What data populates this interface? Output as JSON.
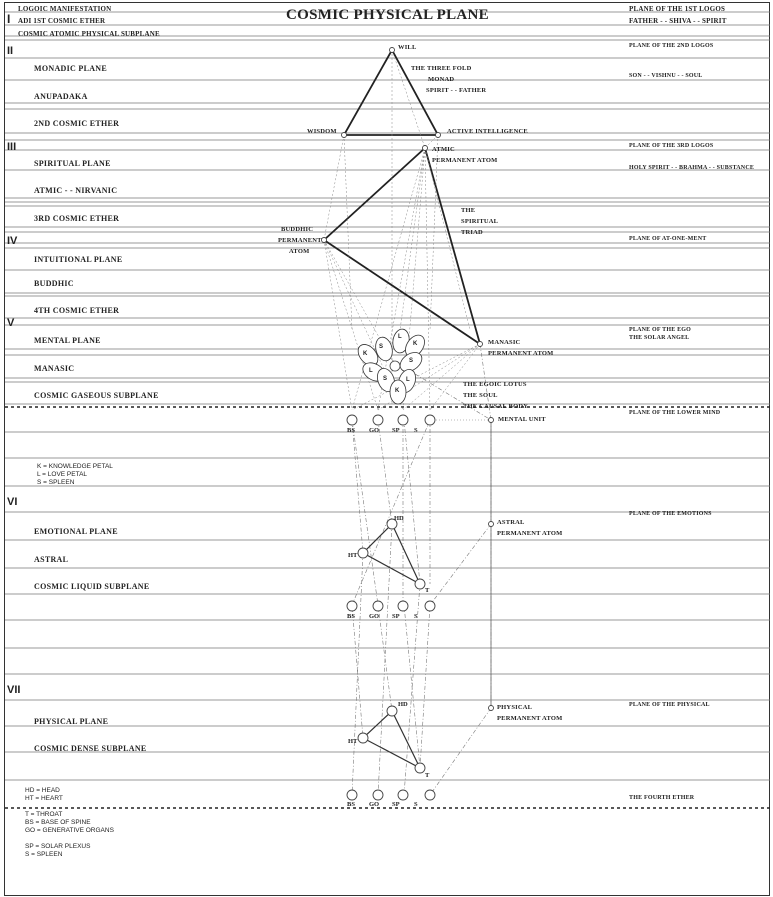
{
  "header": {
    "title": "COSMIC PHYSICAL PLANE",
    "left_top": "LOGOIC MANIFESTATION",
    "roman_i": "I",
    "adi": "ADI 1ST COSMIC ETHER",
    "cosmic_atomic": "COSMIC ATOMIC PHYSICAL SUBPLANE",
    "right_top_1": "PLANE OF THE 1ST LOGOS",
    "right_top_2": "FATHER - - SHIVA - - SPIRIT"
  },
  "left_labels": {
    "roman_ii": "II",
    "monadic": "MONADIC PLANE",
    "anupadaka": "ANUPADAKA",
    "cosmic_ether_2": "2ND COSMIC ETHER",
    "roman_iii": "III",
    "spiritual": "SPIRITUAL PLANE",
    "atmic_nirvanic": "ATMIC - - NIRVANIC",
    "cosmic_ether_3": "3RD COSMIC ETHER",
    "roman_iv": "IV",
    "intuitional": "INTUITIONAL PLANE",
    "buddhic": "BUDDHIC",
    "cosmic_ether_4": "4TH COSMIC ETHER",
    "roman_v": "V",
    "mental": "MENTAL PLANE",
    "manasic": "MANASIC",
    "gaseous": "COSMIC GASEOUS SUBPLANE",
    "roman_vi": "VI",
    "emotional": "EMOTIONAL PLANE",
    "astral": "ASTRAL",
    "liquid": "COSMIC LIQUID SUBPLANE",
    "roman_vii": "VII",
    "physical": "PHYSICAL PLANE",
    "dense": "COSMIC DENSE SUBPLANE"
  },
  "right_labels": {
    "logos_2": "PLANE OF THE 2ND LOGOS",
    "son": "SON - - VISHNU - - SOUL",
    "logos_3": "PLANE OF THE 3RD LOGOS",
    "holy": "HOLY SPIRIT - - BRAHMA - - SUBSTANCE",
    "at_one": "PLANE OF AT-ONE-MENT",
    "ego_1": "PLANE OF THE EGO",
    "ego_2": "THE SOLAR ANGEL",
    "lower_mind": "PLANE OF THE LOWER MIND",
    "emotions": "PLANE OF THE EMOTIONS",
    "physical": "PLANE OF THE PHYSICAL",
    "fourth_ether": "THE FOURTH ETHER"
  },
  "diagram_labels": {
    "will": "WILL",
    "threefold_1": "THE THREE FOLD",
    "threefold_2": "MONAD",
    "threefold_3": "SPIRIT - - FATHER",
    "wisdom": "WISDOM",
    "active_intelligence": "ACTIVE INTELLIGENCE",
    "atmic_1": "ATMIC",
    "atmic_2": "PERMANENT ATOM",
    "triad_1": "THE",
    "triad_2": "SPIRITUAL",
    "triad_3": "TRIAD",
    "buddhic_1": "BUDDHIC",
    "buddhic_2": "PERMANENT",
    "buddhic_3": "ATOM",
    "manasic_1": "MANASIC",
    "manasic_2": "PERMANENT ATOM",
    "lotus_1": "THE EGOIC LOTUS",
    "lotus_2": "THE SOUL",
    "lotus_3": "THE CAUSAL BODY",
    "mental_unit": "MENTAL UNIT",
    "astral_1": "ASTRAL",
    "astral_2": "PERMANENT ATOM",
    "physical_1": "PHYSICAL",
    "physical_2": "PERMANENT ATOM",
    "bs": "BS",
    "go": "GO",
    "sp": "SP",
    "s": "S",
    "hd": "HD",
    "ht": "HT",
    "t": "T"
  },
  "petals": {
    "k": "K",
    "l": "L",
    "s": "S"
  },
  "legend": {
    "k": "K = KNOWLEDGE PETAL",
    "l": "L = LOVE PETAL",
    "s": "S = SPLEEN",
    "hd": "HD = HEAD",
    "ht": "HT = HEART",
    "t": "T = THROAT",
    "bs": "BS = BASE OF SPINE",
    "go": "GO = GENERATIVE ORGANS",
    "sp": "SP = SOLAR PLEXUS"
  }
}
